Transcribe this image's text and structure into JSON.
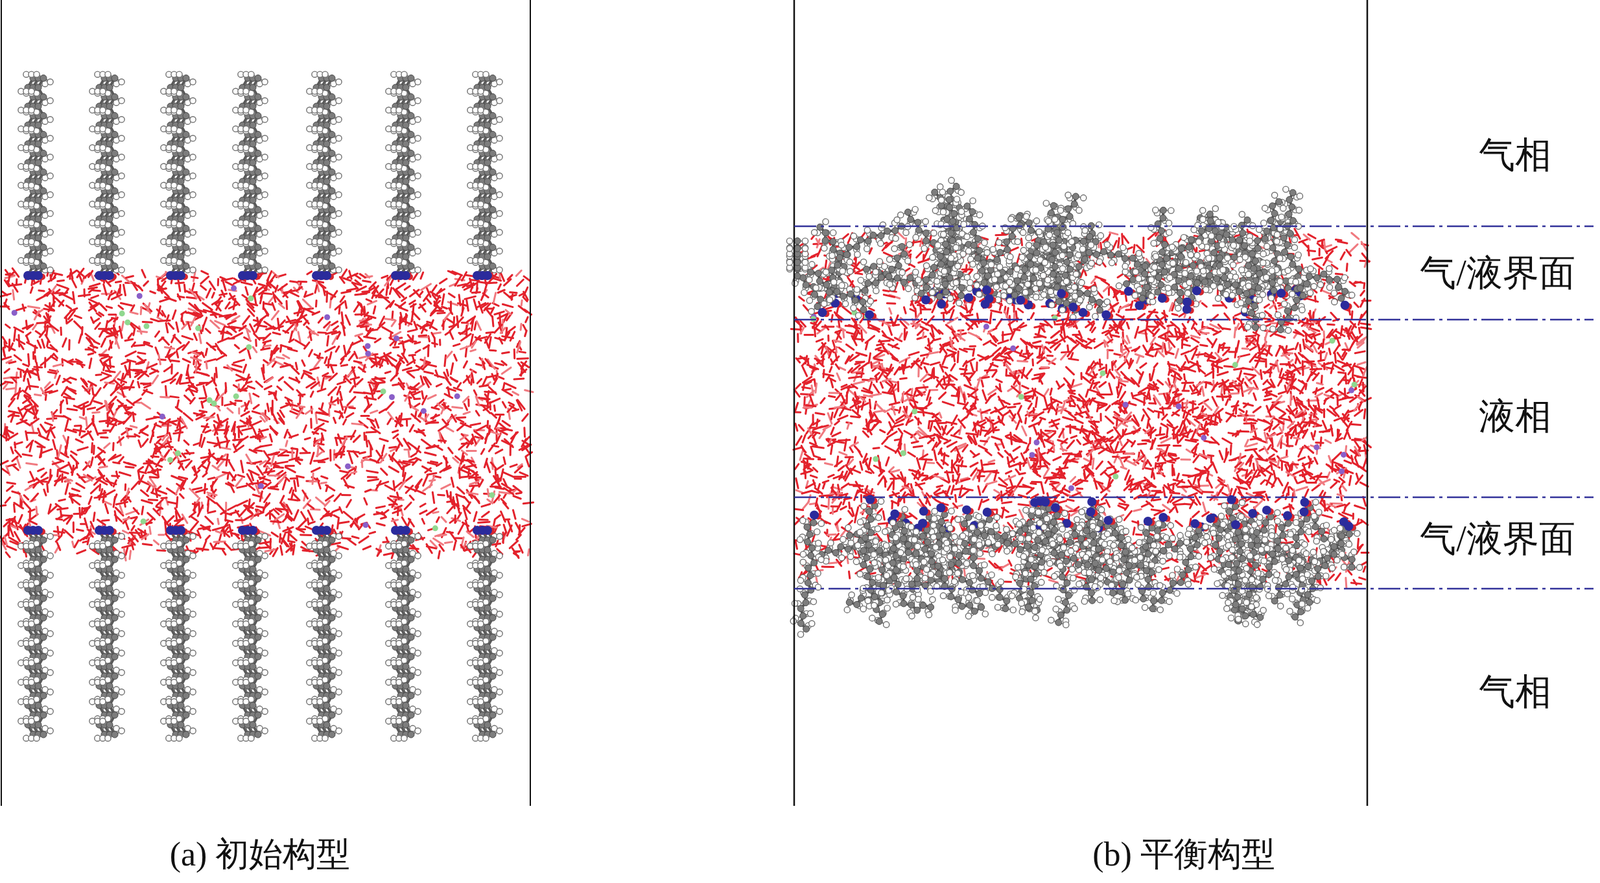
{
  "diagram": {
    "labels": [
      "气相",
      "气/液界面",
      "液相",
      "气/液界面",
      "气相",
      "(a) 初始构型",
      "(b) 平衡构型"
    ]
  }
}
